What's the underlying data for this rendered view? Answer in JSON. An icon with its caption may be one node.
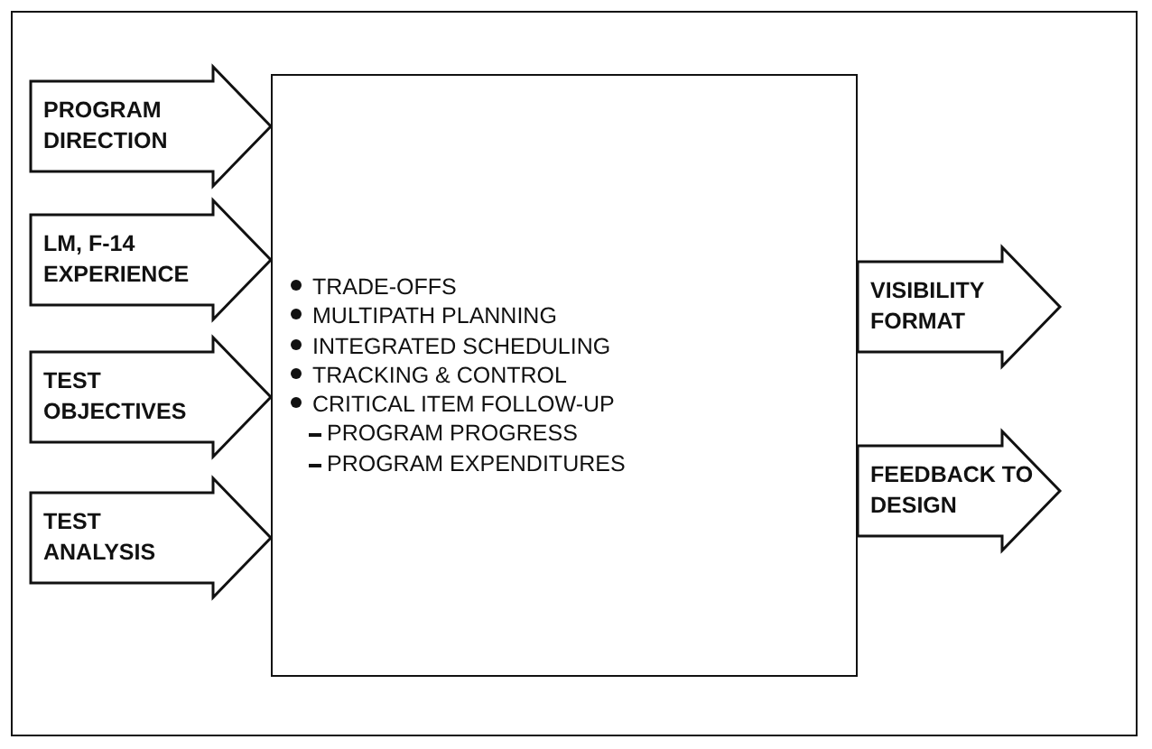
{
  "diagram": {
    "nodes": [
      {
        "text": [],
        "shape": "box"
      },
      {
        "text": [
          "PROGRAM DIRECTION"
        ],
        "in": 0
      },
      {
        "text": [
          "LM, F-14 EXPERIENCE"
        ],
        "in": 0
      },
      {
        "text": [
          "TEST OBJECTIVES"
        ],
        "in": 0
      },
      {
        "text": [
          "TEST ANALYSIS"
        ],
        "in": 0
      },
      {
        "text": [
          "TRADE-OFFS",
          "MULTIPATH PLANNING",
          "INTEGRATED SCHEDULING",
          "TRACKING & CONTROL",
          "CRITICAL ITEM FOLLOW-UP",
          "PROGRAM PROGRESS",
          "PROGRAM EXPENDITURES"
        ],
        "in": 0
      },
      {
        "text": [
          "VISIBILITY FORMAT"
        ],
        "in": 0
      },
      {
        "text": [
          "FEEDBACK TO DESIGN"
        ],
        "in": 0
      }
    ],
    "edges": [
      {
        "from": 1,
        "to": 5,
        "arrow": "to"
      },
      {
        "from": 2,
        "to": 5,
        "arrow": "to"
      },
      {
        "from": 3,
        "to": 5,
        "arrow": "to"
      },
      {
        "from": 4,
        "to": 5,
        "arrow": "to"
      },
      {
        "from": 5,
        "to": 6,
        "arrow": "to"
      },
      {
        "from": 5,
        "to": 7,
        "arrow": "to"
      }
    ]
  }
}
